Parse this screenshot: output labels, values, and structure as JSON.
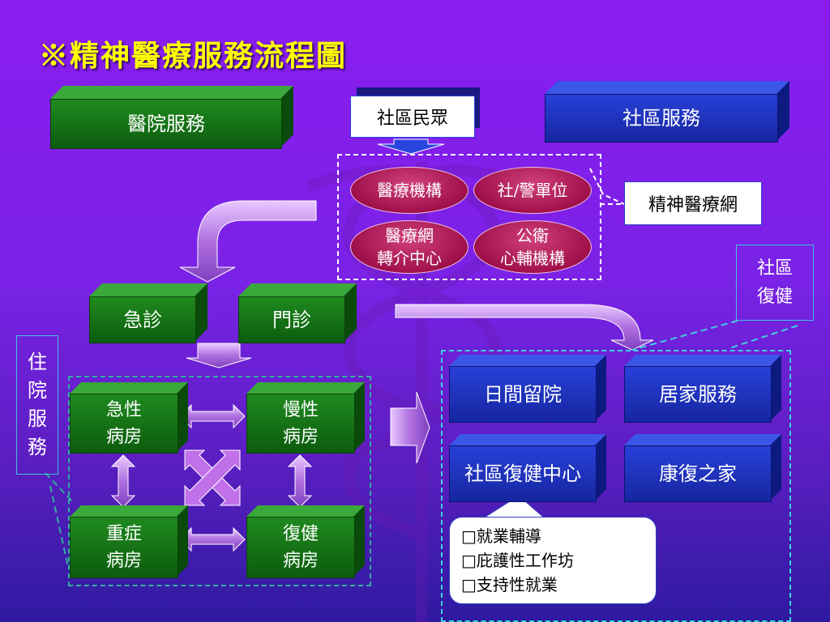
{
  "title": "※精神醫療服務流程圖",
  "hospital_services": "醫院服務",
  "community_people": "社區民眾",
  "community_services": "社區服務",
  "network": {
    "medical_institution": "醫療機構",
    "social_police": "社/警單位",
    "referral_center_line1": "醫療網",
    "referral_center_line2": "轉介中心",
    "public_health_line1": "公衛",
    "public_health_line2": "心輔機構",
    "network_label": "精神醫療網"
  },
  "community_rehab_label_line1": "社區",
  "community_rehab_label_line2": "復健",
  "emergency": "急診",
  "outpatient": "門診",
  "inpatient_label": [
    "住",
    "院",
    "服",
    "務"
  ],
  "wards": {
    "acute_line1": "急性",
    "acute_line2": "病房",
    "chronic_line1": "慢性",
    "chronic_line2": "病房",
    "severe_line1": "重症",
    "severe_line2": "病房",
    "rehab_line1": "復健",
    "rehab_line2": "病房"
  },
  "community": {
    "day_hospital": "日間留院",
    "home_care": "居家服務",
    "rehab_center": "社區復健中心",
    "halfway_house": "康復之家"
  },
  "rehab_items": [
    "□就業輔導",
    "□庇護性工作坊",
    "□支持性就業"
  ],
  "colors": {
    "title": "#ffff00",
    "green_box": "#0d5c0d",
    "navy_box": "#1626a0",
    "ellipse": "#a0104a",
    "arrow": "#b070e0"
  }
}
